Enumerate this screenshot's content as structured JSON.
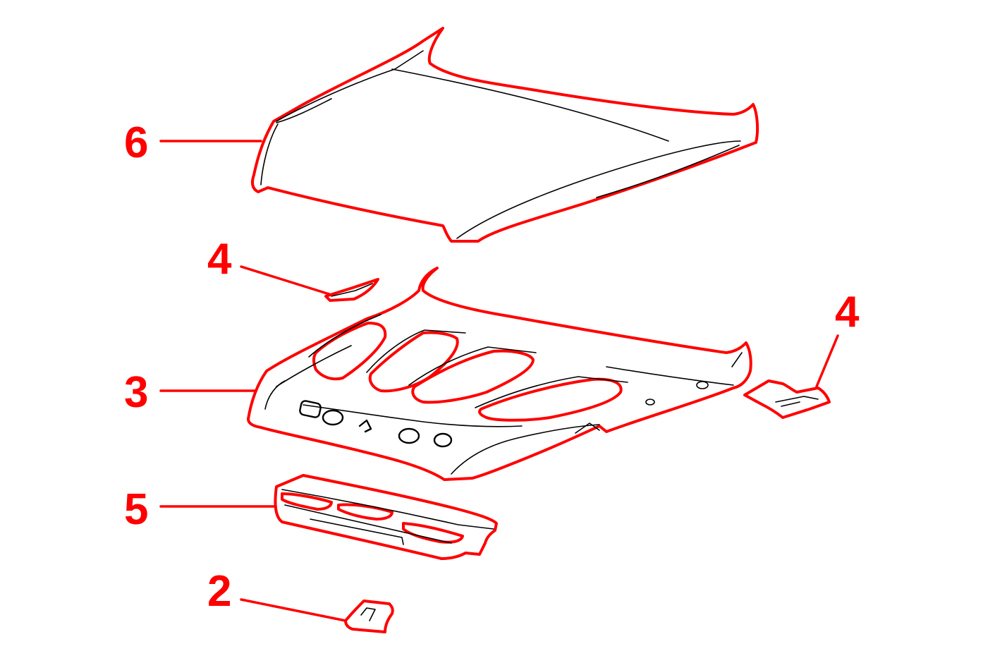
{
  "diagram": {
    "callouts": [
      {
        "id": "part-6",
        "label": "6"
      },
      {
        "id": "part-4-upper-left",
        "label": "4"
      },
      {
        "id": "part-4-right",
        "label": "4"
      },
      {
        "id": "part-3",
        "label": "3"
      },
      {
        "id": "part-5",
        "label": "5"
      },
      {
        "id": "part-2",
        "label": "2"
      }
    ],
    "colors": {
      "highlight": "#ff0000",
      "linework": "#000000",
      "background": "#ffffff"
    }
  }
}
